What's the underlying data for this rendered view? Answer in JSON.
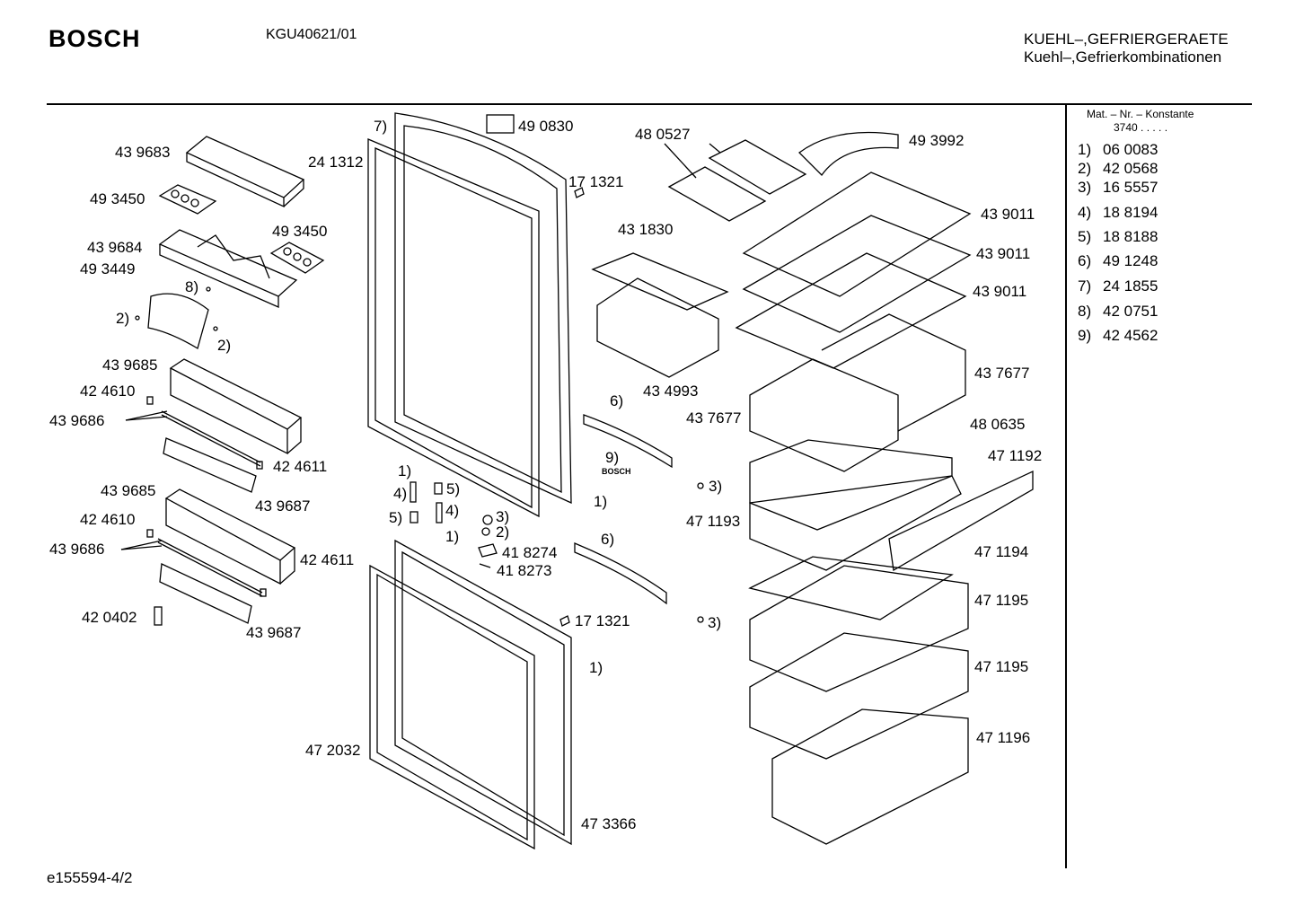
{
  "header": {
    "brand": "BOSCH",
    "model": "KGU40621/01",
    "category_line1": "KUEHL–,GEFRIERGERAETE",
    "category_line2": "Kuehl–,Gefrierkombinationen"
  },
  "constants": {
    "heading": "Mat. – Nr. – Konstante",
    "value": "3740 . . . . .",
    "items": [
      {
        "ref": "1)",
        "number": "06 0083"
      },
      {
        "ref": "2)",
        "number": "42 0568"
      },
      {
        "ref": "3)",
        "number": "16 5557"
      },
      {
        "ref": "4)",
        "number": "18 8194"
      },
      {
        "ref": "5)",
        "number": "18 8188"
      },
      {
        "ref": "6)",
        "number": "49 1248"
      },
      {
        "ref": "7)",
        "number": "24 1855"
      },
      {
        "ref": "8)",
        "number": "42 0751"
      },
      {
        "ref": "9)",
        "number": "42 4562"
      }
    ]
  },
  "labels": {
    "p439683": "43 9683",
    "p493450a": "49 3450",
    "p439684": "43 9684",
    "p493450b": "49 3450",
    "p493449": "49 3449",
    "r8a": "8)",
    "r2a": "2)",
    "r2b": "2)",
    "p439685a": "43 9685",
    "p424610a": "42 4610",
    "p439686a": "43 9686",
    "p424611a": "42 4611",
    "p439685b": "43 9685",
    "p439687a": "43 9687",
    "p424610b": "42 4610",
    "p439686b": "43 9686",
    "p424611b": "42 4611",
    "p420402": "42 0402",
    "p439687b": "43 9687",
    "r7": "7)",
    "p241312": "24 1312",
    "p490830": "49 0830",
    "p171321a": "17 1321",
    "r1a": "1)",
    "r4a": "4)",
    "r5a": "5)",
    "r5b": "5)",
    "r4b": "4)",
    "r1b": "1)",
    "r3a": "3)",
    "r2c": "2)",
    "p418274": "41 8274",
    "p418273": "41 8273",
    "r1c": "1)",
    "r6a": "6)",
    "r9": "9)",
    "bosch_small": "BOSCH",
    "r6b": "6)",
    "p171321b": "17 1321",
    "r1d": "1)",
    "p472032": "47 2032",
    "p473366": "47 3366",
    "p480527": "48 0527",
    "p493992": "49 3992",
    "p431830": "43 1830",
    "p434993": "43 4993",
    "p439011a": "43 9011",
    "p439011b": "43 9011",
    "p439011c": "43 9011",
    "p437677a": "43 7677",
    "p437677b": "43 7677",
    "p480635": "48 0635",
    "p471192": "47 1192",
    "r3b": "3)",
    "p471193": "47 1193",
    "p471194": "47 1194",
    "p471195a": "47 1195",
    "r3c": "3)",
    "p471195b": "47 1195",
    "p471196": "47 1196"
  },
  "footer": {
    "code": "e155594-4/2"
  }
}
